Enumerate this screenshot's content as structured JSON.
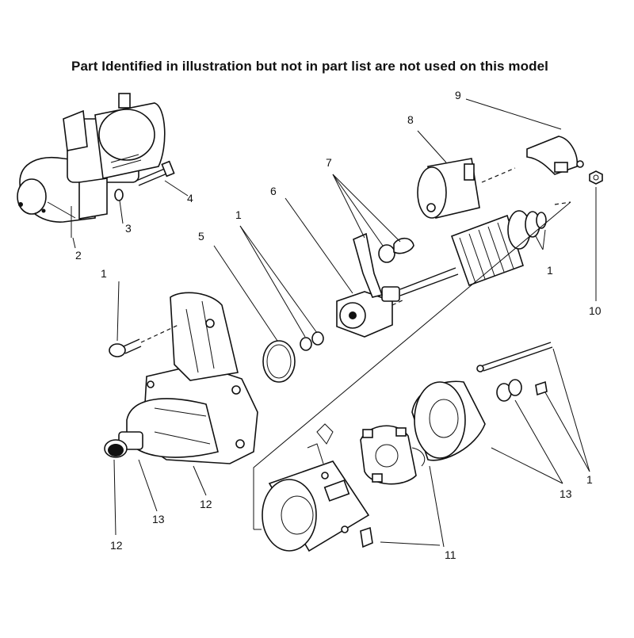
{
  "notice": "Part Identified in illustration but not in part list are not used on this model",
  "callouts": {
    "c1_bolt": "1",
    "c1_washers": "1",
    "c1_armature": "1",
    "c1_right": "1",
    "c2": "2",
    "c3": "3",
    "c4": "4",
    "c5": "5",
    "c6": "6",
    "c7": "7",
    "c8": "8",
    "c9": "9",
    "c10": "10",
    "c11": "11",
    "c12_housing": "12",
    "c12_shaft": "12",
    "c13_drive": "13",
    "c13_cap": "13"
  }
}
